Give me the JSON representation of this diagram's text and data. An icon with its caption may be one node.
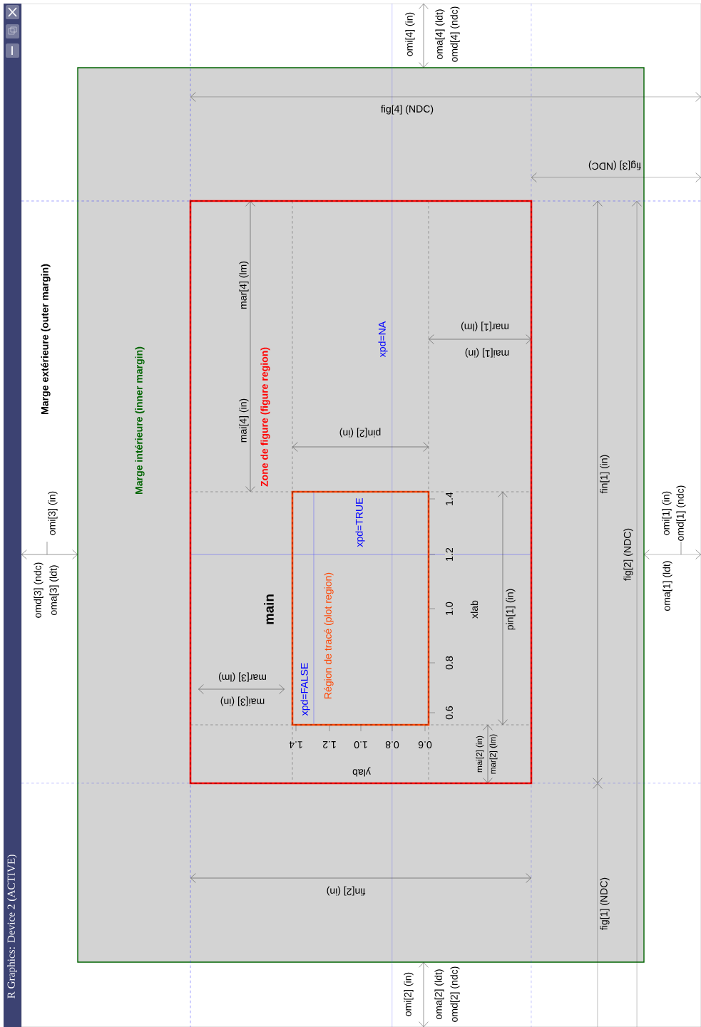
{
  "diagram": {
    "nodes": [
      {
        "text": [
          "Marge intérieure (inner margin)"
        ]
      },
      {
        "text": [
          "Zone de figure (figure region)"
        ],
        "in": 0
      },
      {
        "text": [
          "Région de tracé (plot region)"
        ],
        "in": 1
      }
    ],
    "labels": [
      "R Graphics: Device 2 (ACTIVE)",
      "omi[4] (in)",
      "oma[4] (ldt)",
      "omd[4] (ndc)",
      "fig[4] (NDC)",
      "fig[3] (NDC)",
      "Marge extérieure (outer margin)",
      "mar[4] (lm)",
      "mai[4] (in)",
      "xpd=NA",
      "mar[1] (lm)",
      "mai[1] (in)",
      "pin[2] (in)",
      "fin[1] (in)",
      "omi[3] (in)",
      "omd[3] (ndc)",
      "oma[3] (ldt)",
      "main",
      "xpd=TRUE",
      "0.6",
      "0.8",
      "1.0",
      "1.2",
      "1.4",
      "xlab",
      "pin[1] (in)",
      "fig[2] (NDC)",
      "omi[1] (in)",
      "omd[1] (ndc)",
      "oma[1] (ldt)",
      "mar[3] (lm)",
      "mai[3] (in)",
      "xpd=FALSE",
      "1.4",
      "1.2",
      "1.0",
      "0.8",
      "0.6",
      "ylab",
      "mai[2] (in)",
      "mar[2] (lm)",
      "fin[2] (in)",
      "fig[1] (NDC)",
      "omi[2] (in)",
      "oma[2] (ldt)",
      "omd[2] (ndc)"
    ]
  }
}
